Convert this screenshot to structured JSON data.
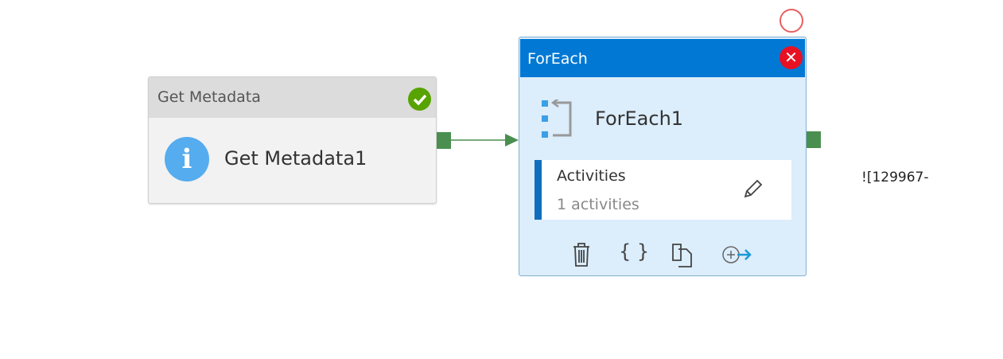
{
  "get_metadata": {
    "type_label": "Get Metadata",
    "name": "Get Metadata1",
    "status": "succeeded"
  },
  "foreach": {
    "type_label": "ForEach",
    "name": "ForEach1",
    "status": "failed",
    "activities_label": "Activities",
    "activities_count": "1 activities"
  },
  "stray_text": "![129967-",
  "colors": {
    "success": "#57a300",
    "error": "#e81123",
    "header_blue": "#0078d4",
    "port_green": "#4a8f4f"
  }
}
